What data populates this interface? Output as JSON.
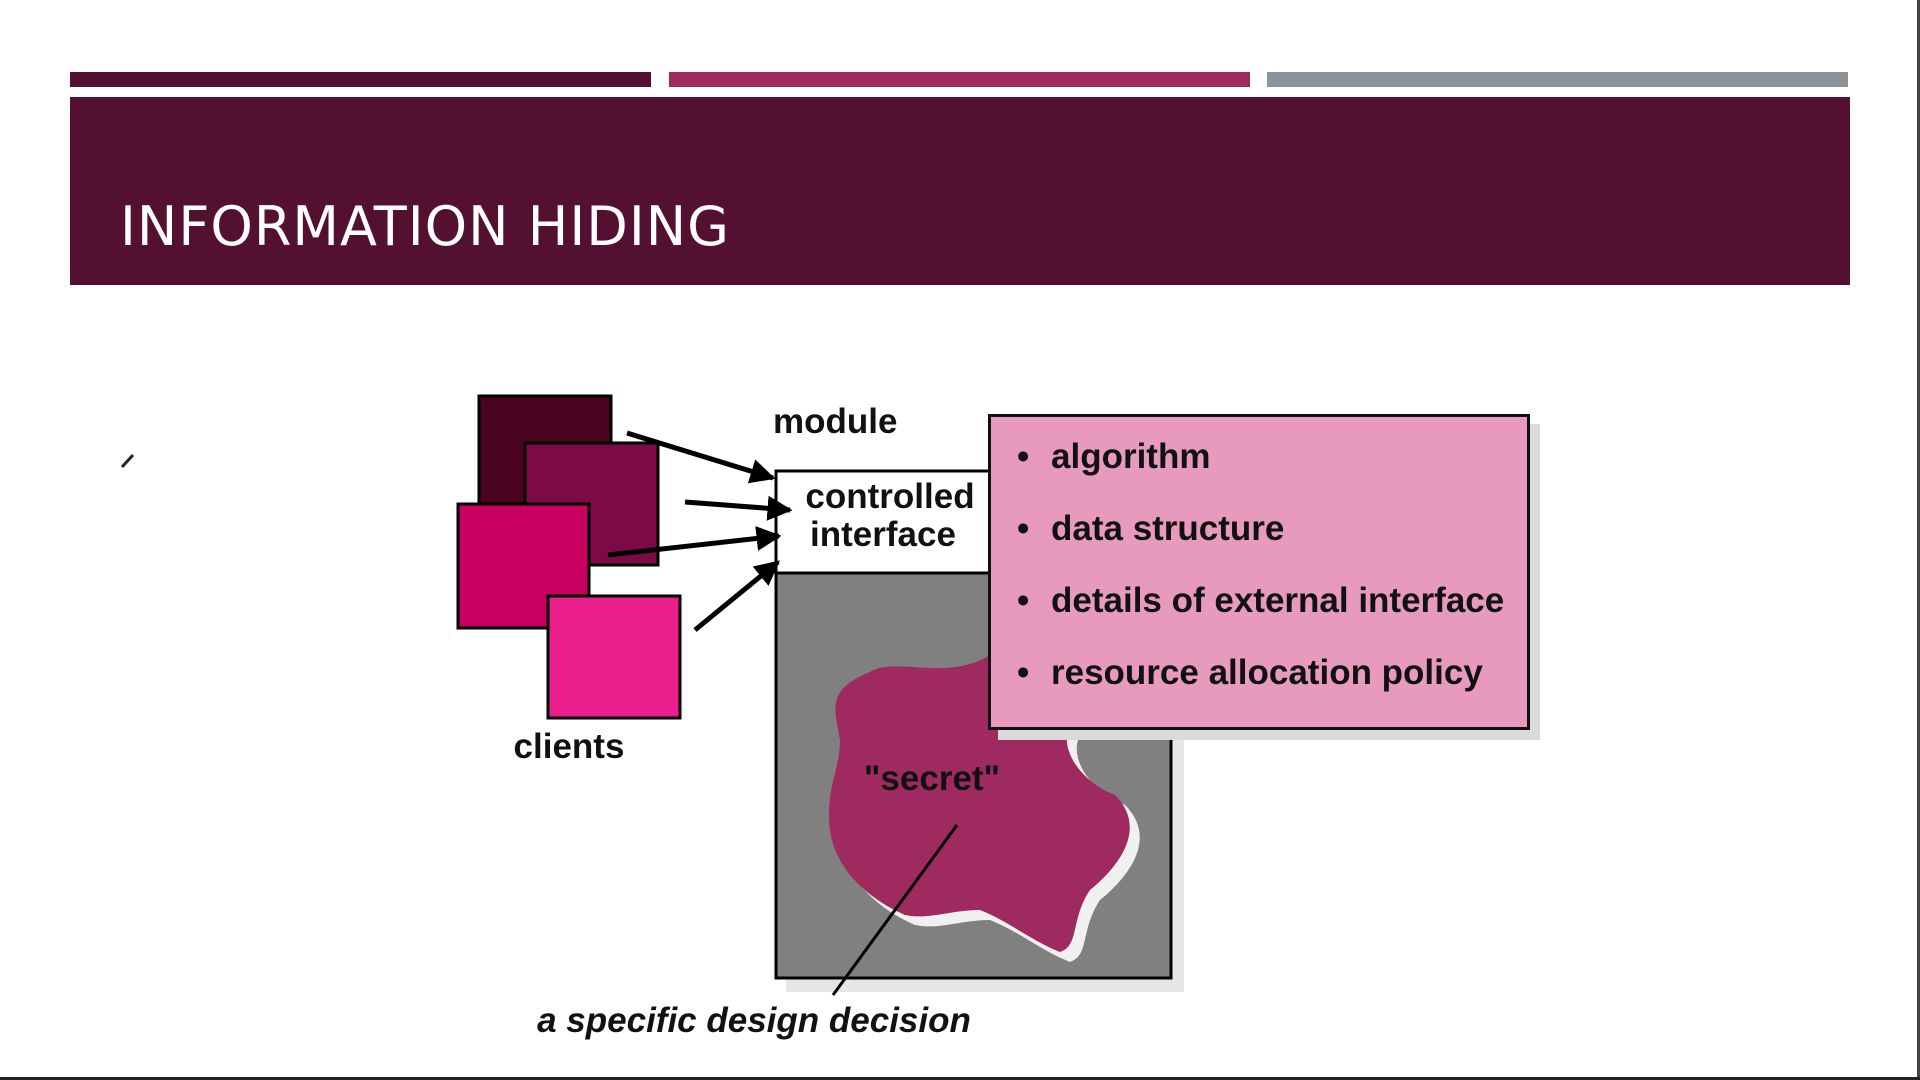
{
  "slide": {
    "title": "INFORMATION HIDING",
    "accent_colors": [
      "#541031",
      "#9e2a5f",
      "#8c9398"
    ]
  },
  "diagram": {
    "module_label": "module",
    "interface_label_line1": "controlled",
    "interface_label_line2": "interface",
    "clients_label": "clients",
    "secret_label": "\"secret\"",
    "caption": "a specific design decision",
    "hidden_items": [
      "algorithm",
      "data structure",
      "details of external interface",
      "resource allocation policy"
    ],
    "colors": {
      "client_1": "#4a0420",
      "client_2": "#7c0a45",
      "client_3": "#c8005f",
      "client_4": "#ea1e8c",
      "module_body": "#808080",
      "secret_blob": "#9e2a5f",
      "bullet_box": "#e89abe"
    }
  }
}
